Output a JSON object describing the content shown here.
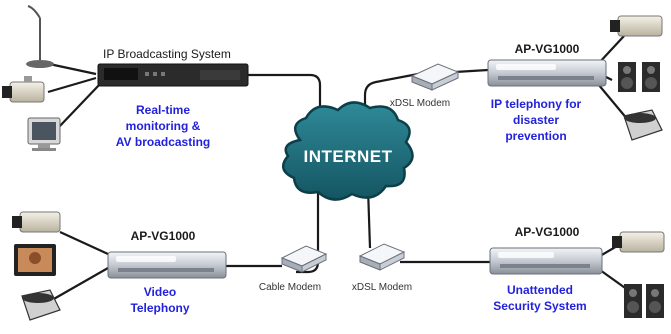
{
  "internet": "INTERNET",
  "broadcast": {
    "title": "IP Broadcasting System",
    "desc": [
      "Real-time",
      "monitoring &",
      "AV broadcasting"
    ]
  },
  "top_right": {
    "title": "AP-VG1000",
    "modem": "xDSL Modem",
    "desc": [
      "IP telephony for",
      "disaster",
      "prevention"
    ]
  },
  "bottom_left": {
    "title": "AP-VG1000",
    "modem": "Cable Modem",
    "desc": [
      "Video",
      "Telephony"
    ]
  },
  "bottom_right": {
    "title": "AP-VG1000",
    "modem": "xDSL Modem",
    "desc": [
      "Unattended",
      "Security System"
    ]
  },
  "colors": {
    "cloud": "#1e6b78",
    "cloud_edge": "#0d3f48",
    "label_blue": "#2222dd",
    "line": "#1a1a1a"
  }
}
